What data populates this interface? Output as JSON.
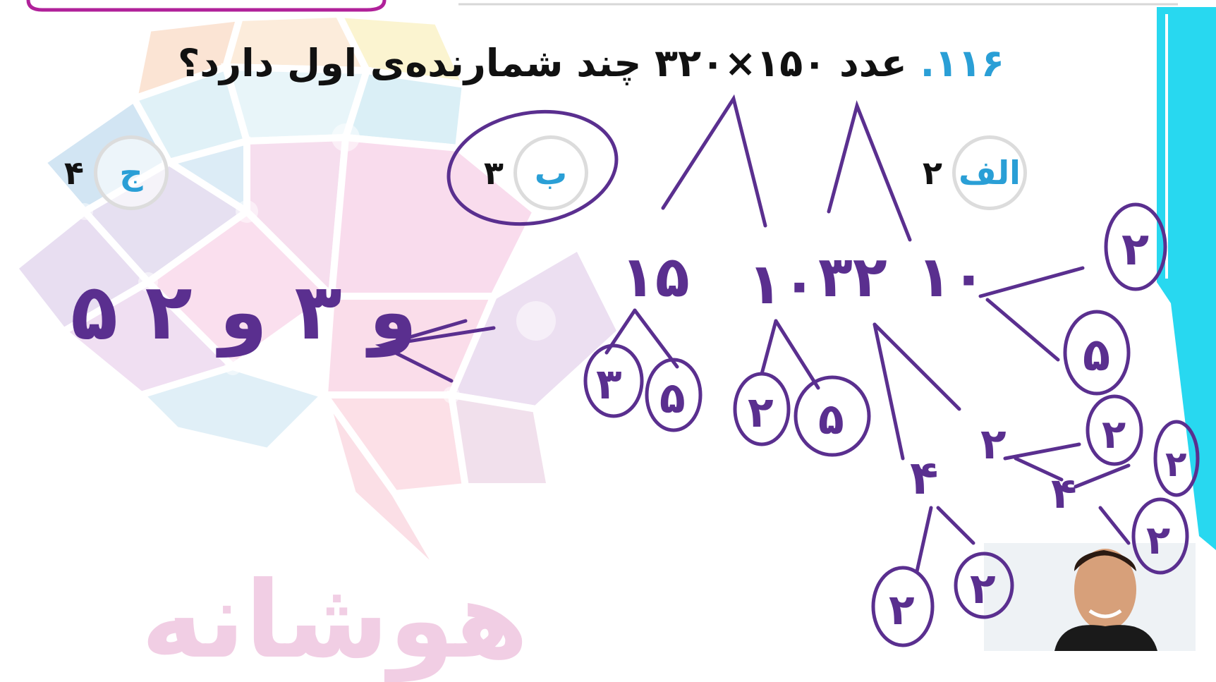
{
  "question": {
    "number": "۱۱۶.",
    "text": "عدد ۱۵۰×۳۲۰ چند شمارنده‌ی اول دارد؟"
  },
  "options": [
    {
      "letter": "الف",
      "value": "۲"
    },
    {
      "letter": "ب",
      "value": "۳"
    },
    {
      "letter": "ج",
      "value": "۴"
    }
  ],
  "handwriting": {
    "answer": "۵ و ۳ و ۲",
    "n15": "۱۵",
    "n10a": "۱۰",
    "n32": "۳۲",
    "n10b": "۱۰",
    "c3": "۳",
    "c5a": "۵",
    "c2a": "۲",
    "c5b": "۵",
    "c2r1": "۲",
    "c5r": "۵",
    "c2r2": "۲",
    "n4a": "۴",
    "n4b": "۴",
    "n2mid": "۲",
    "c2b1": "۲",
    "c2b2": "۲",
    "c2r3": "۲",
    "c2r4": "۲"
  },
  "logo": {
    "text": "هوشانه"
  },
  "colors": {
    "ink": "#5a2f8f",
    "accent": "#2a9fd6",
    "cyan_bar": "#28d8f0"
  }
}
